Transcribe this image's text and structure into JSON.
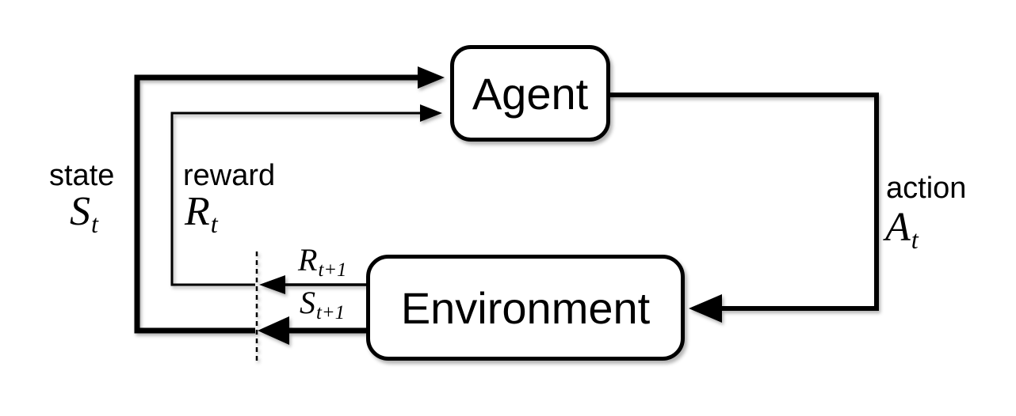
{
  "diagram": {
    "type": "flow-diagram",
    "subject": "reinforcement-learning agent-environment interaction loop",
    "nodes": {
      "agent": {
        "label": "Agent"
      },
      "environment": {
        "label": "Environment"
      }
    },
    "labels": {
      "state_word": "state",
      "state_symbol": {
        "base": "S",
        "sub": "t"
      },
      "reward_word": "reward",
      "reward_symbol": {
        "base": "R",
        "sub": "t"
      },
      "action_word": "action",
      "action_symbol": {
        "base": "A",
        "sub": "t"
      },
      "next_reward_symbol": {
        "base": "R",
        "sub": "t+1"
      },
      "next_state_symbol": {
        "base": "S",
        "sub": "t+1"
      }
    },
    "edges": [
      {
        "from": "agent",
        "to": "environment",
        "label": "action",
        "symbol": "A_t"
      },
      {
        "from": "environment",
        "to": "agent",
        "label": "state",
        "symbol": "S_t",
        "emitted_as": "S_t+1"
      },
      {
        "from": "environment",
        "to": "agent",
        "label": "reward",
        "symbol": "R_t",
        "emitted_as": "R_t+1"
      }
    ],
    "time_boundary": "dashed vertical line between t+1 emissions and t inputs",
    "colors": {
      "line": "#000000",
      "box_fill": "#ffffff",
      "text": "#000000",
      "background": "#ffffff"
    }
  }
}
